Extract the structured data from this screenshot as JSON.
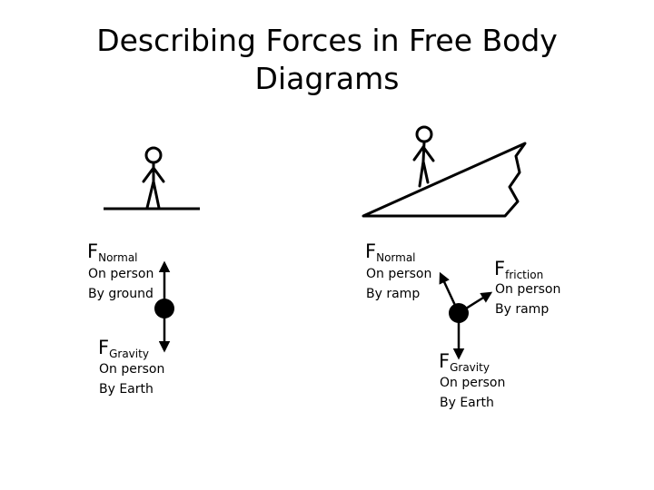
{
  "title": {
    "line1": "Describing Forces in Free Body",
    "line2": "Diagrams"
  },
  "left_diagram": {
    "normal": {
      "symbol": "F",
      "sub": "Normal",
      "line1": "On person",
      "line2": "By ground"
    },
    "gravity": {
      "symbol": "F",
      "sub": "Gravity",
      "line1": "On person",
      "line2": "By Earth"
    }
  },
  "right_diagram": {
    "normal": {
      "symbol": "F",
      "sub": "Normal",
      "line1": "On person",
      "line2": "By ramp"
    },
    "friction": {
      "symbol": "F",
      "sub": "friction",
      "line1": "On person",
      "line2": "By ramp"
    },
    "gravity": {
      "symbol": "F",
      "sub": "Gravity",
      "line1": "On person",
      "line2": "By Earth"
    }
  }
}
